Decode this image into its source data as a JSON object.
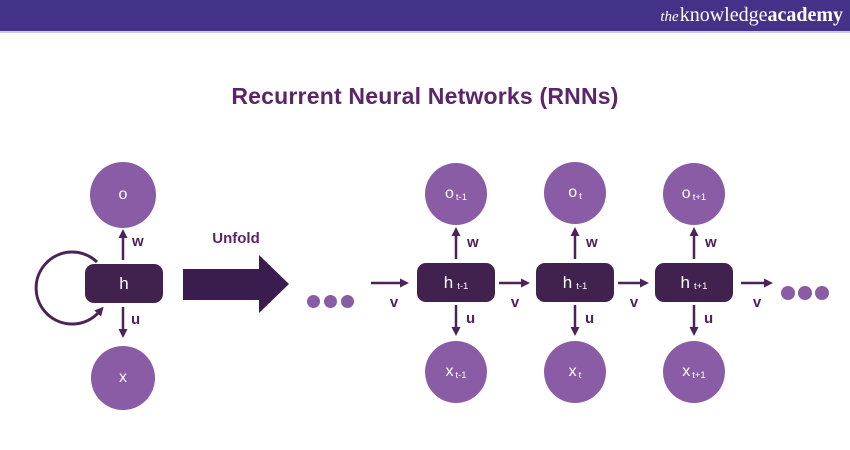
{
  "brand": {
    "the": "the",
    "knowledge": "knowledge",
    "academy": "academy"
  },
  "title": "Recurrent Neural Networks (RNNs)",
  "unfold_label": "Unfold",
  "folded_unit": {
    "output": "o",
    "hidden": "h",
    "input": "x",
    "weight_up": "w",
    "weight_down": "u"
  },
  "unfolded_units": [
    {
      "output_base": "o",
      "output_sub": "t-1",
      "hidden_base": "h",
      "hidden_sub": "t-1",
      "input_base": "x",
      "input_sub": "t-1",
      "weight_up": "w",
      "weight_down": "u"
    },
    {
      "output_base": "o",
      "output_sub": "t",
      "hidden_base": "h",
      "hidden_sub": "t-1",
      "input_base": "x",
      "input_sub": "t",
      "weight_up": "w",
      "weight_down": "u"
    },
    {
      "output_base": "o",
      "output_sub": "t+1",
      "hidden_base": "h",
      "hidden_sub": "t+1",
      "input_base": "x",
      "input_sub": "t+1",
      "weight_up": "w",
      "weight_down": "u"
    }
  ],
  "v_weights": [
    "v",
    "v",
    "v",
    "v"
  ],
  "colors": {
    "header_bg": "#443289",
    "title_text": "#5D2569",
    "circle_fill": "#8A5CA6",
    "rect_fill": "#41224E",
    "arrow_stroke": "#4C2358",
    "block_arrow_fill": "#3A1D4E",
    "dots_fill": "#8A5CA6",
    "node_text": "#FFFFFF"
  },
  "icons": {
    "unfold_block_arrow": "right-block-arrow",
    "self_loop": "circular-loop-arrow",
    "ellipsis": "three-dots"
  }
}
